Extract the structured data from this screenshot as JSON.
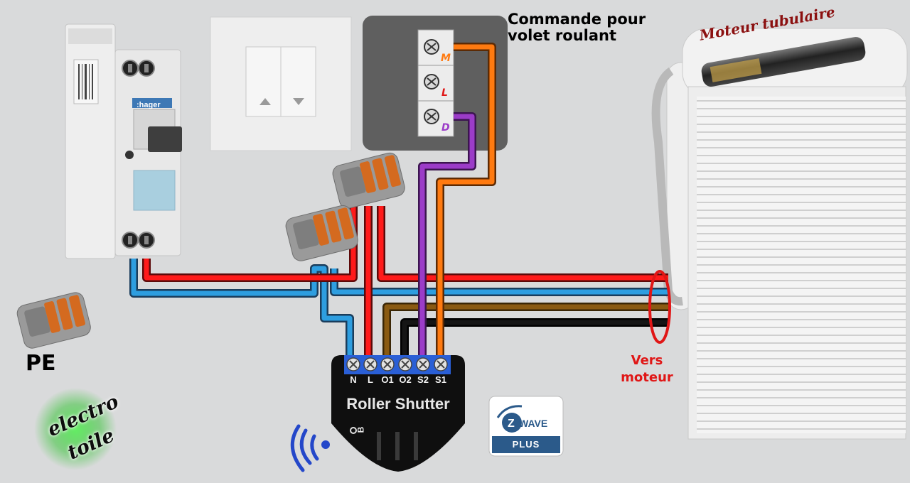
{
  "labels": {
    "commande_line1": "Commande pour",
    "commande_line2": "volet roulant",
    "moteur_tubulaire": "Moteur tubulaire",
    "vers_line1": "Vers",
    "vers_line2": "moteur",
    "pe": "PE"
  },
  "switch_terminals": {
    "m": "M",
    "l": "L",
    "d": "D"
  },
  "module": {
    "title": "Roller Shutter",
    "terminals": [
      "N",
      "L",
      "O1",
      "O2",
      "S2",
      "S1"
    ],
    "button_label": "B"
  },
  "breaker": {
    "brand": ":hager"
  },
  "logo": {
    "line1": "electro",
    "line2": "toile"
  },
  "zwave": {
    "word": "WAVE",
    "plus": "PLUS"
  },
  "colors": {
    "phase": "#ff1a1a",
    "neutral": "#2e9ee0",
    "brown": "#8a5a12",
    "black": "#111111",
    "purple": "#9b3cc8",
    "orange": "#ff7a10",
    "vers_highlight": "#e01616"
  }
}
